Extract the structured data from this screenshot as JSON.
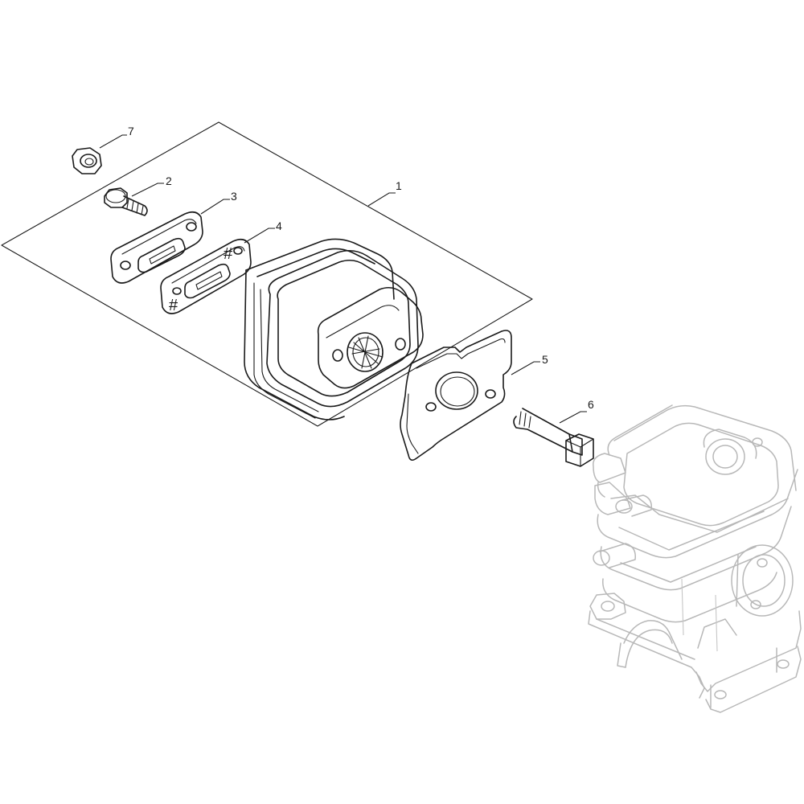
{
  "diagram": {
    "callouts": [
      {
        "id": "1",
        "label": "1"
      },
      {
        "id": "2",
        "label": "2"
      },
      {
        "id": "3",
        "label": "3"
      },
      {
        "id": "4",
        "label": "4"
      },
      {
        "id": "5",
        "label": "5"
      },
      {
        "id": "6",
        "label": "6"
      },
      {
        "id": "7",
        "label": "7"
      }
    ],
    "gasket_mark": "#"
  }
}
